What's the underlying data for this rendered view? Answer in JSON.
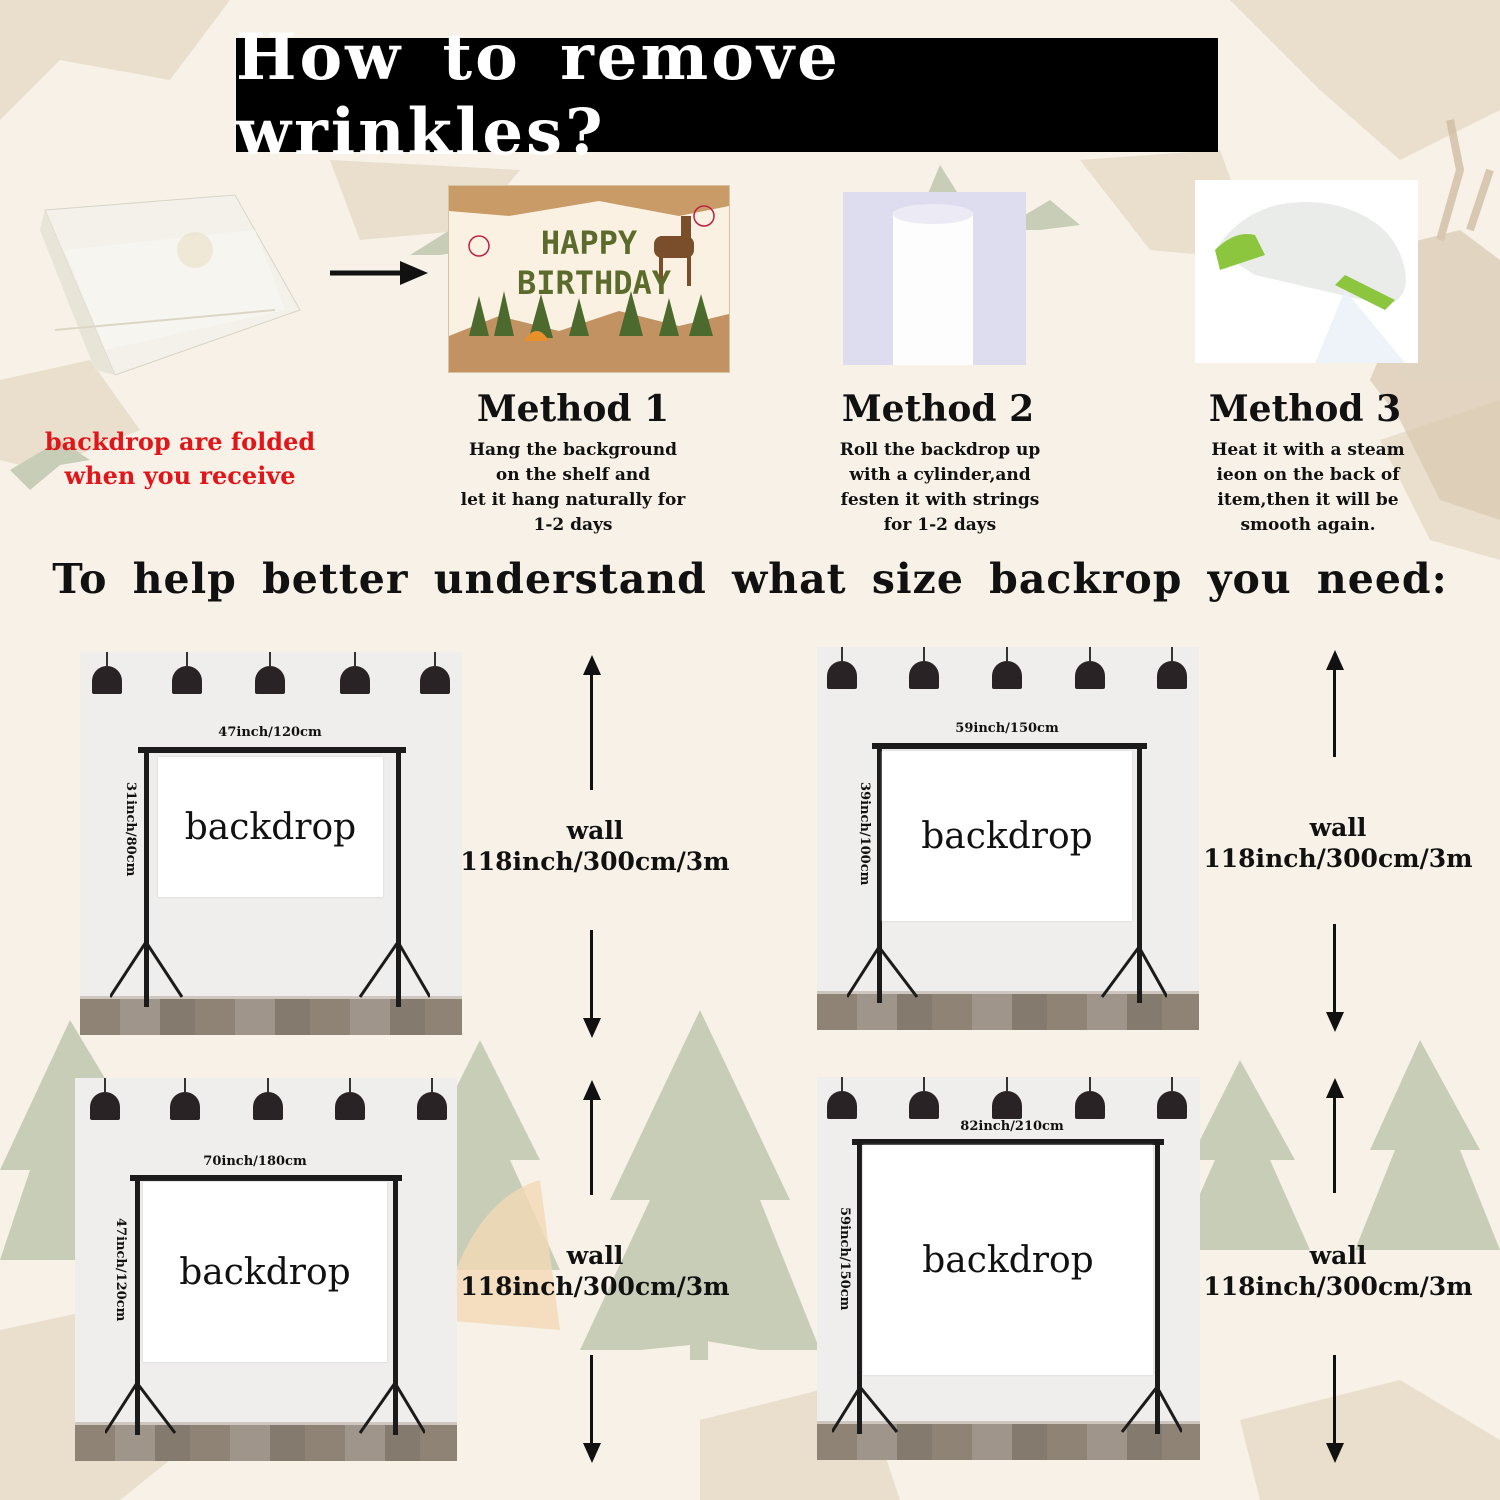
{
  "title": "How to remove wrinkles?",
  "folded_note": "backdrop are folded\nwhen you receive",
  "banner": {
    "line1": "HAPPY",
    "line2": "BIRTHDAY"
  },
  "methods": [
    {
      "title": "Method 1",
      "desc": "Hang the background\non the shelf and\nlet it hang naturally for\n1-2 days"
    },
    {
      "title": "Method 2",
      "desc": "Roll the backdrop up\nwith a cylinder,and\nfesten it with strings\nfor 1-2 days"
    },
    {
      "title": "Method 3",
      "desc": "Heat it with a steam\nieon on the back of\nitem,then it will be\nsmooth again."
    }
  ],
  "size_heading": "To help better understand what size backrop you need:",
  "sizes": [
    {
      "width": "47inch/120cm",
      "height": "31inch/80cm",
      "label": "backdrop",
      "wall_word": "wall",
      "wall_size": "118inch/300cm/3m"
    },
    {
      "width": "59inch/150cm",
      "height": "39inch/100cm",
      "label": "backdrop",
      "wall_word": "wall",
      "wall_size": "118inch/300cm/3m"
    },
    {
      "width": "70inch/180cm",
      "height": "47inch/120cm",
      "label": "backdrop",
      "wall_word": "wall",
      "wall_size": "118inch/300cm/3m"
    },
    {
      "width": "82inch/210cm",
      "height": "59inch/150cm",
      "label": "backdrop",
      "wall_word": "wall",
      "wall_size": "118inch/300cm/3m"
    }
  ],
  "colors": {
    "note_red": "#e0161b",
    "title_bg": "#000000",
    "tree_green": "#c7ccb6",
    "banner_green": "#5b6b2c"
  }
}
